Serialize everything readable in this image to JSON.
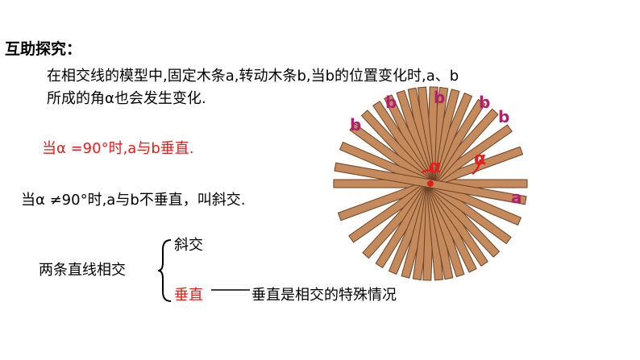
{
  "title": "互助探究：",
  "intro": {
    "line1": "在相交线的模型中,固定木条a,转动木条b,当b的位置变化时,a、b",
    "line2": "所成的角α也会发生变化."
  },
  "perpendicular_statement": "当α =90°时,a与b垂直.",
  "oblique_statement": "当α ≠90°时,a与b不垂直，叫斜交.",
  "classification": {
    "root": "两条直线相交",
    "option_oblique": "斜交",
    "option_perpendicular": "垂直",
    "note": "垂直是相交的特殊情况"
  },
  "figure": {
    "stick_labels_b": [
      "b",
      "b",
      "b",
      "b",
      "b"
    ],
    "stick_label_a": "a",
    "angle_labels": [
      "α",
      "α"
    ],
    "colors": {
      "stick_fill": "#c58a5c",
      "stick_stroke": "#6b4226",
      "label_b": "#b0206c",
      "label_alpha": "#e0201c",
      "center_dot": "#e0201c"
    }
  }
}
